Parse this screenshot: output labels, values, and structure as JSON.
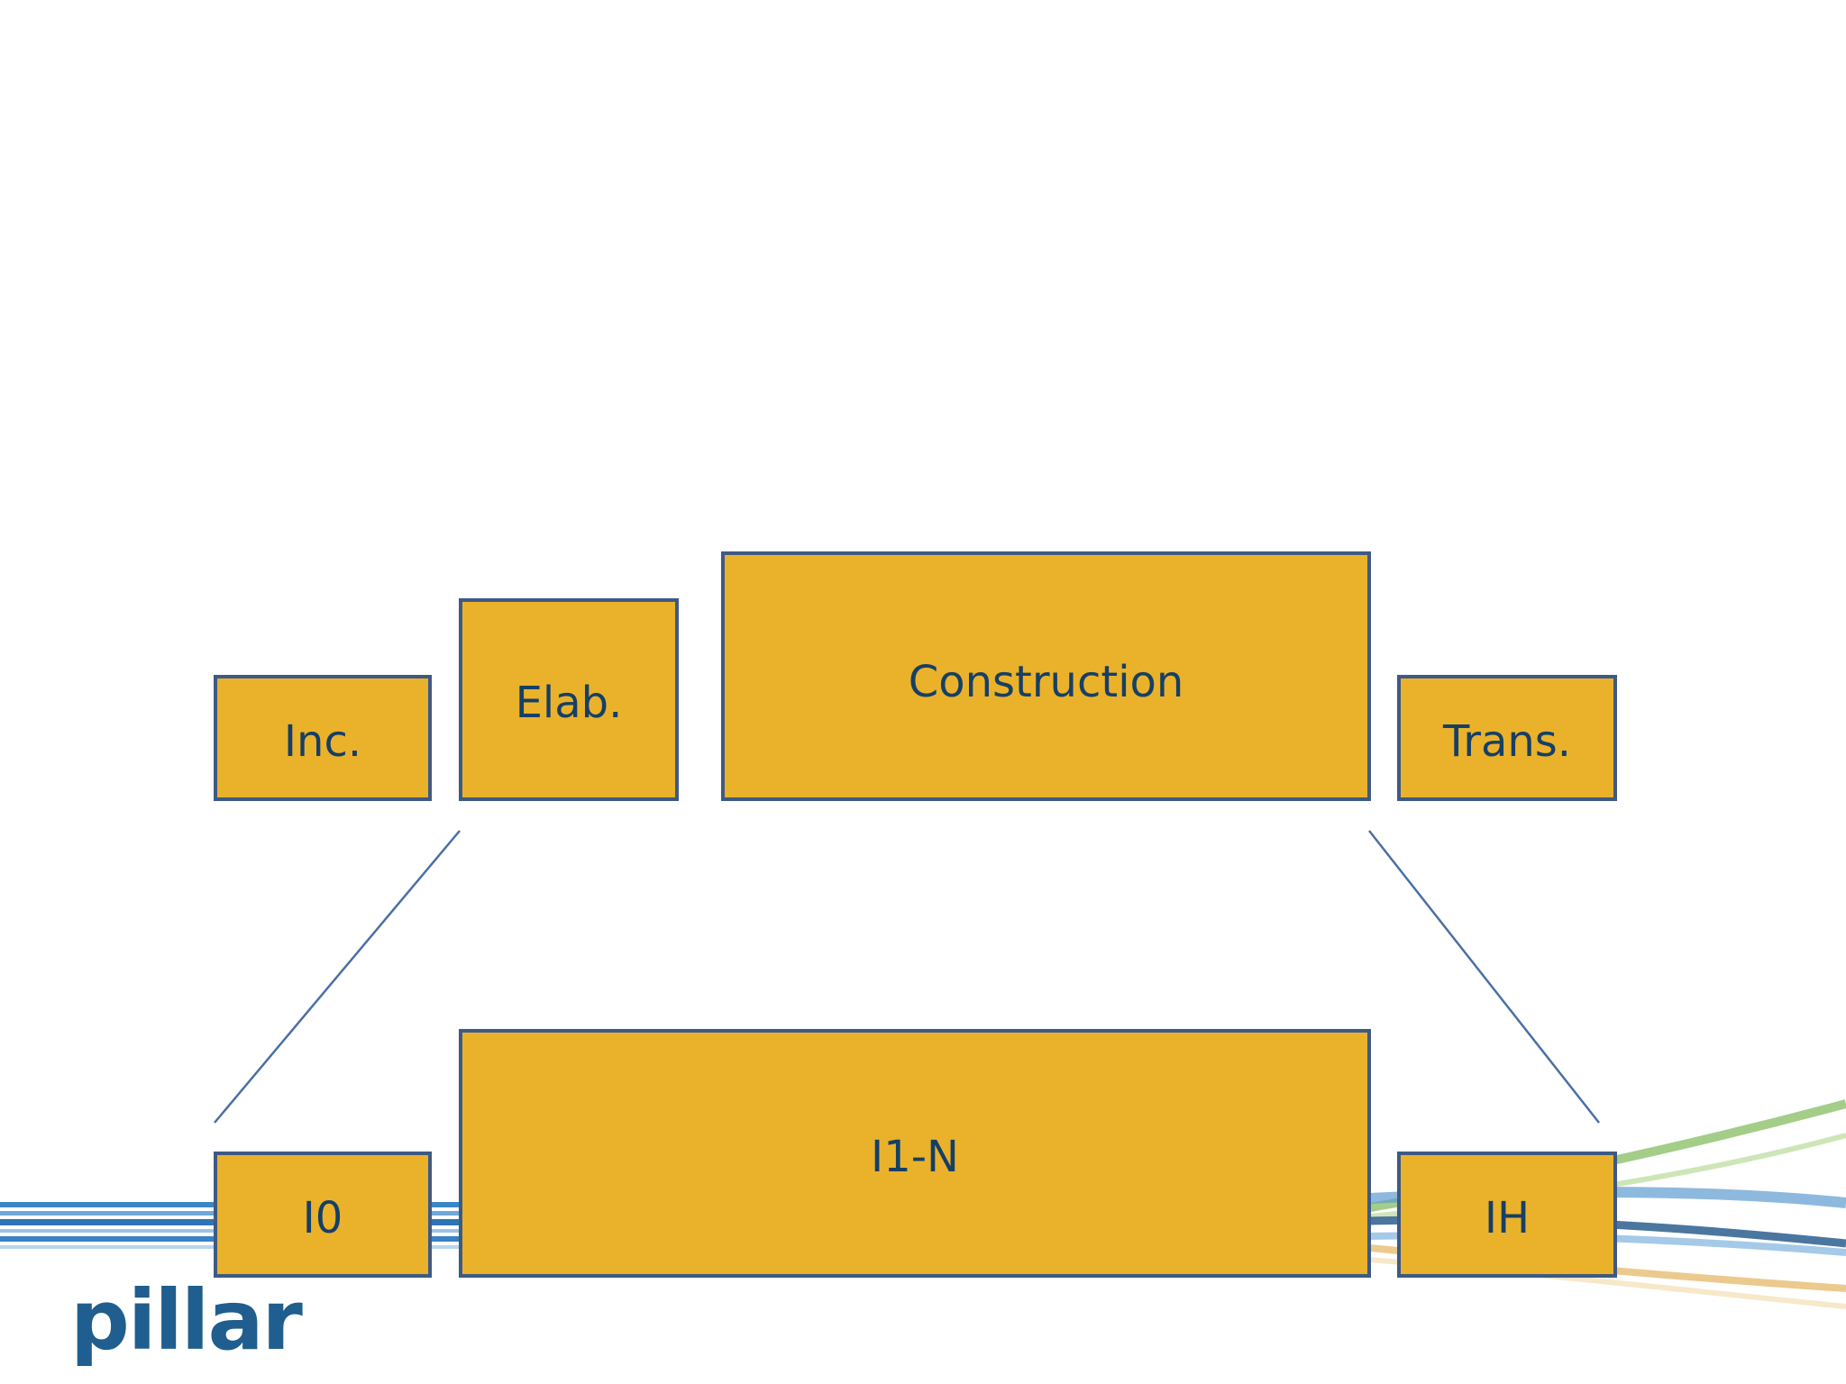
{
  "diagram": {
    "phases": [
      {
        "id": "inc",
        "label": "Inc."
      },
      {
        "id": "elab",
        "label": "Elab."
      },
      {
        "id": "construction",
        "label": "Construction"
      },
      {
        "id": "trans",
        "label": "Trans."
      }
    ],
    "iterations": [
      {
        "id": "i0",
        "label": "I0"
      },
      {
        "id": "i1n",
        "label": "I1-N"
      },
      {
        "id": "ih",
        "label": "IH"
      }
    ]
  },
  "logo": {
    "text": "pillar"
  },
  "colors": {
    "box_fill": "#EAB22B",
    "box_border": "#3E5A84",
    "box_text": "#163F66",
    "connector": "#4A6FA5",
    "logo": "#1F5E8E"
  }
}
